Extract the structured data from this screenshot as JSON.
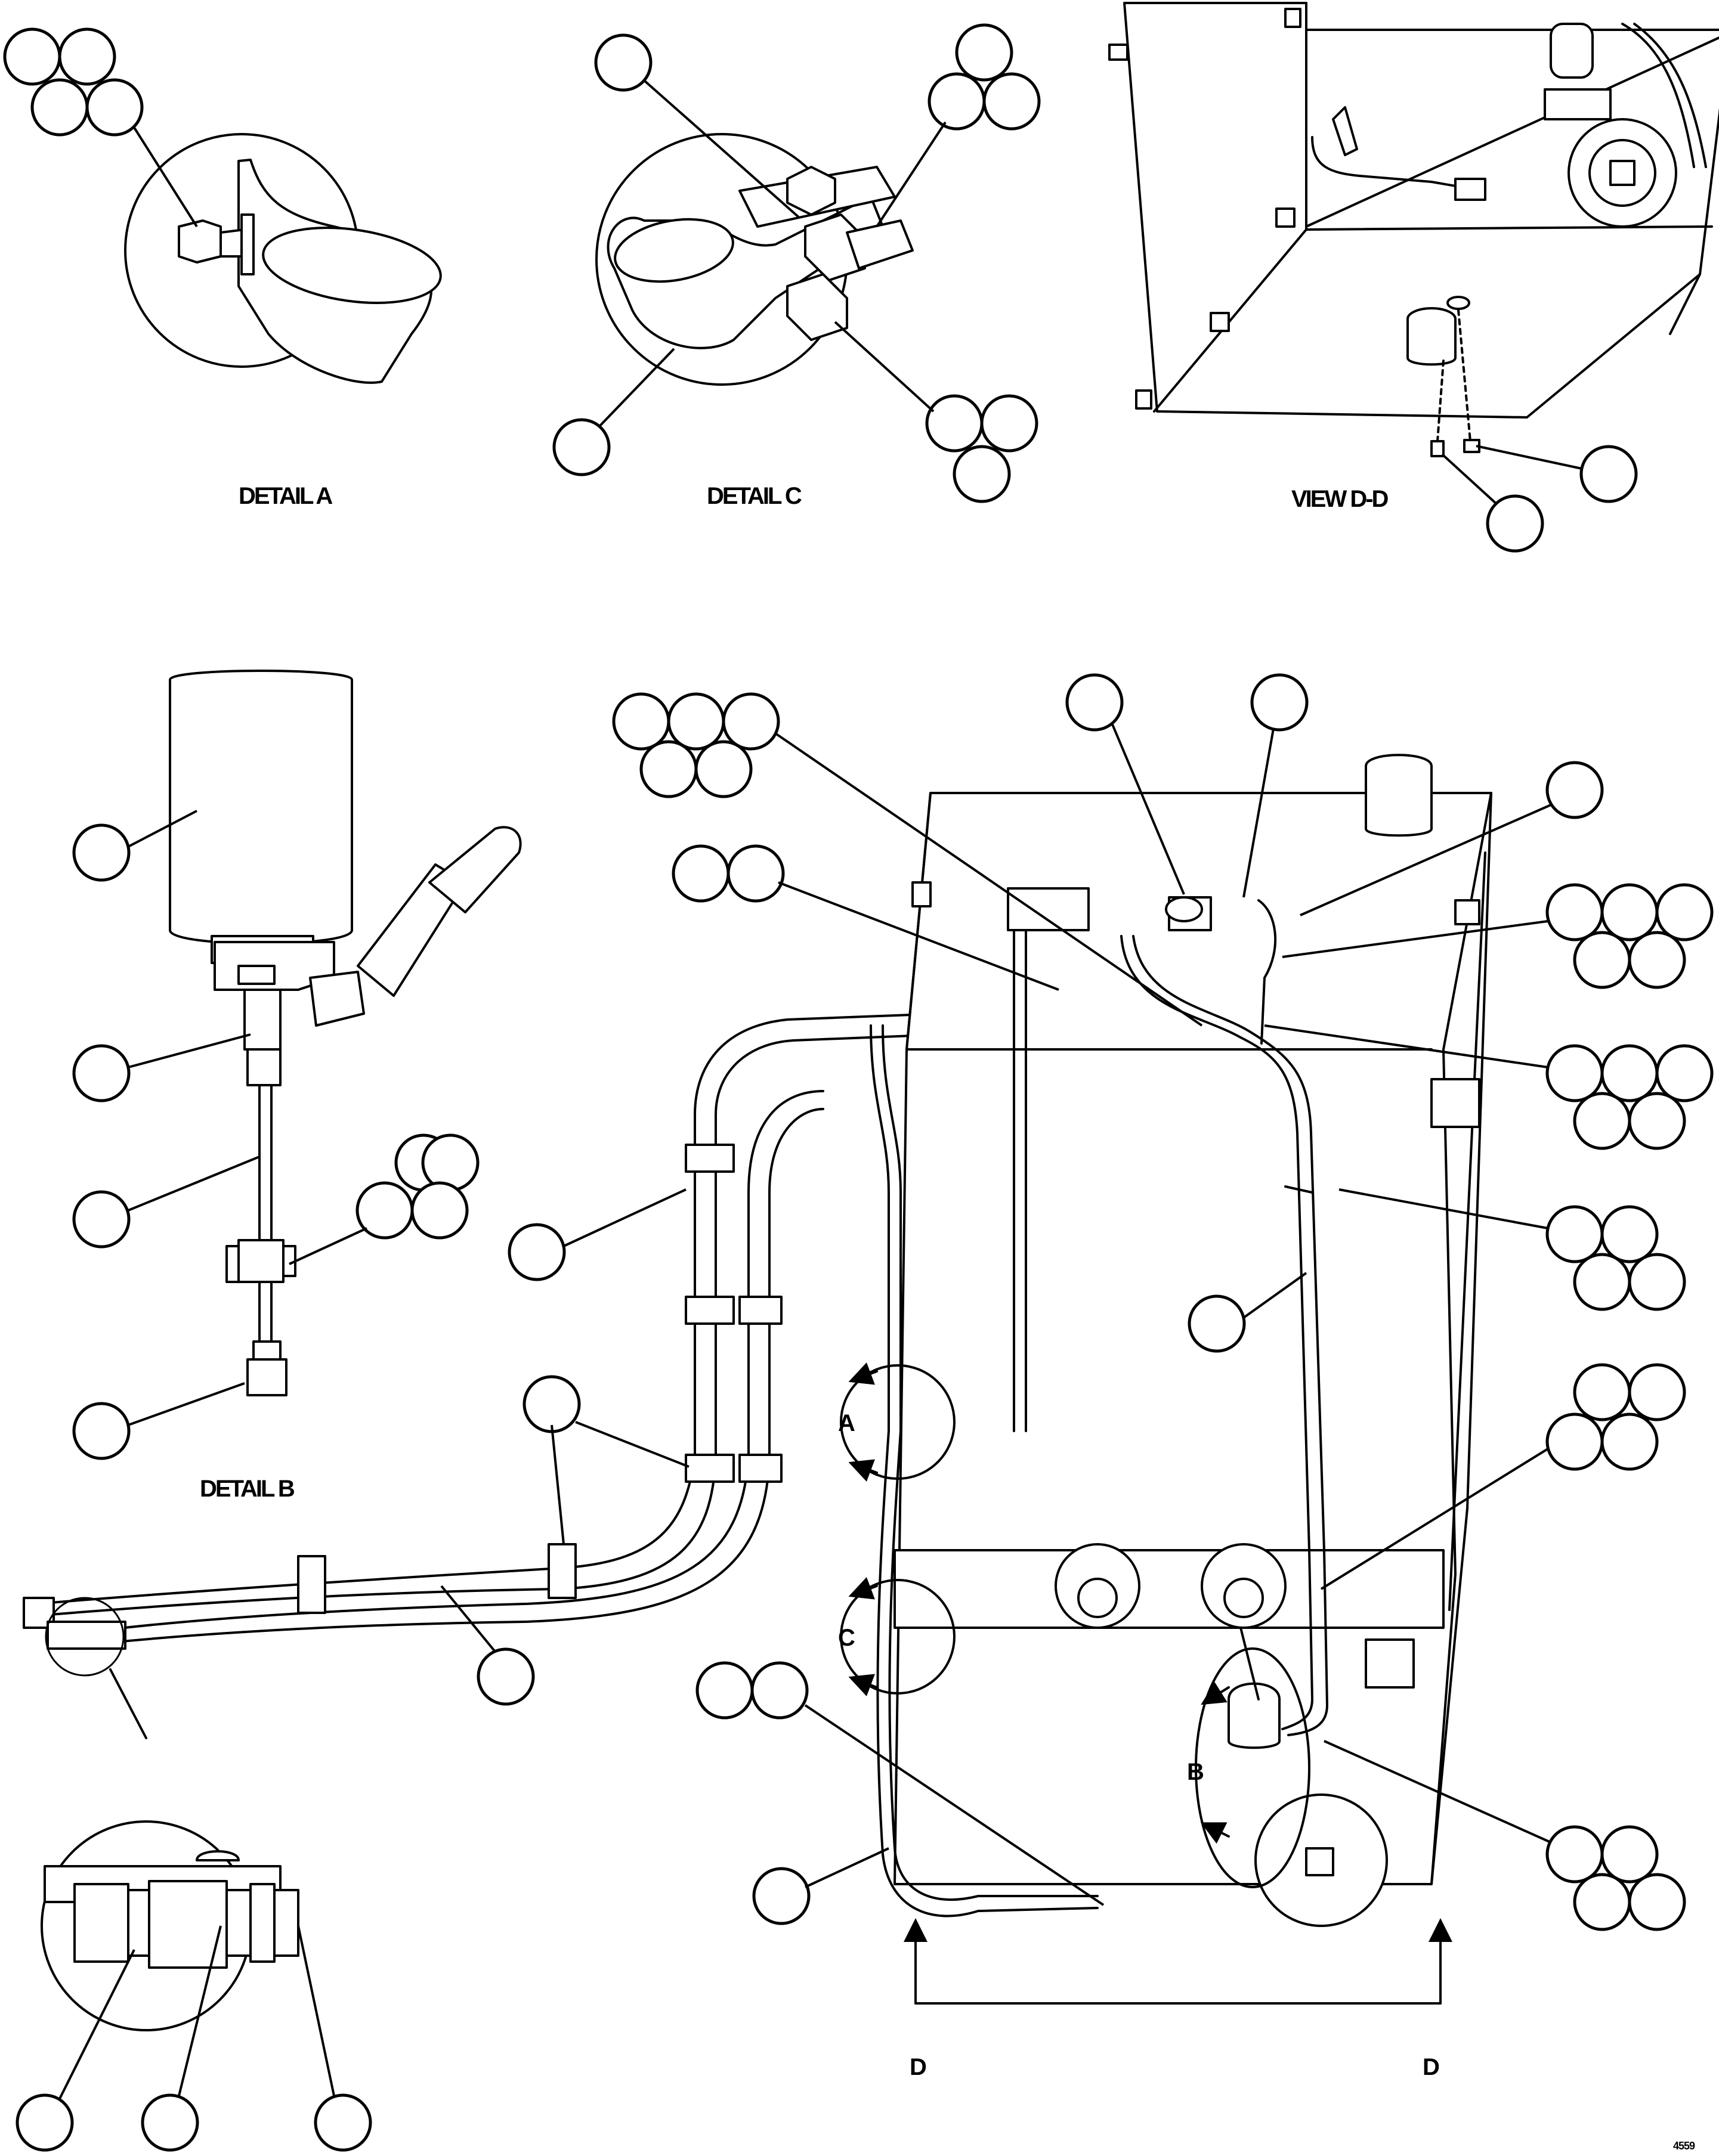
{
  "labels": {
    "detail_a": "DETAIL A",
    "detail_c": "DETAIL C",
    "view_dd": "VIEW D-D",
    "detail_b": "DETAIL B",
    "callout_a": "A",
    "callout_b": "B",
    "callout_c": "C",
    "section_d_left": "D",
    "section_d_right": "D",
    "drawing_number": "4559"
  }
}
